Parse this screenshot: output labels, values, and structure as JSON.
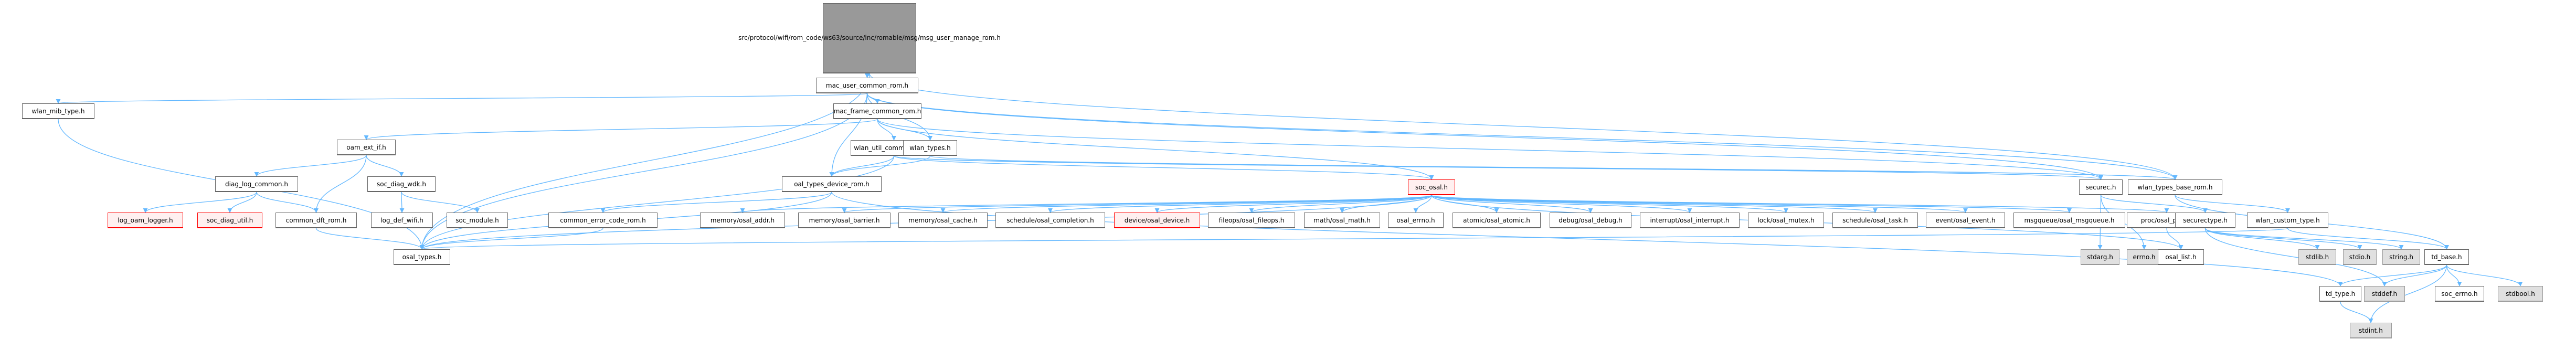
{
  "title": "Include dependency graph for msg_user_manage_rom.h",
  "colors": {
    "edge": "#63b8ff",
    "node_border": "#666666",
    "root_fill": "#999999",
    "system_fill": "#e0e0e0",
    "missing_fill": "#fff0f0",
    "missing_border": "#ff0000"
  },
  "nodes": [
    {
      "id": "root",
      "label": "src/protocol/wifi/rom_code/ws63/source/inc/romable/msg/msg_user_manage_rom.h",
      "kind": "root"
    },
    {
      "id": "mac_user_common_rom",
      "label": "mac_user_common_rom.h",
      "kind": "normal"
    },
    {
      "id": "wlan_mib_type",
      "label": "wlan_mib_type.h",
      "kind": "normal"
    },
    {
      "id": "mac_frame_common_rom",
      "label": "mac_frame_common_rom.h",
      "kind": "normal"
    },
    {
      "id": "oam_ext_if",
      "label": "oam_ext_if.h",
      "kind": "normal"
    },
    {
      "id": "wlan_util_common_rom",
      "label": "wlan_util_common_rom.h",
      "kind": "normal"
    },
    {
      "id": "wlan_types",
      "label": "wlan_types.h",
      "kind": "normal"
    },
    {
      "id": "diag_log_common",
      "label": "diag_log_common.h",
      "kind": "normal"
    },
    {
      "id": "soc_diag_wdk",
      "label": "soc_diag_wdk.h",
      "kind": "normal"
    },
    {
      "id": "oal_types_device_rom",
      "label": "oal_types_device_rom.h",
      "kind": "normal"
    },
    {
      "id": "soc_osal",
      "label": "soc_osal.h",
      "kind": "missing"
    },
    {
      "id": "securec",
      "label": "securec.h",
      "kind": "normal"
    },
    {
      "id": "wlan_types_base_rom",
      "label": "wlan_types_base_rom.h",
      "kind": "normal"
    },
    {
      "id": "log_oam_logger",
      "label": "log_oam_logger.h",
      "kind": "missing"
    },
    {
      "id": "soc_diag_util",
      "label": "soc_diag_util.h",
      "kind": "missing"
    },
    {
      "id": "common_dft_rom",
      "label": "common_dft_rom.h",
      "kind": "normal"
    },
    {
      "id": "log_def_wifi",
      "label": "log_def_wifi.h",
      "kind": "normal"
    },
    {
      "id": "soc_module",
      "label": "soc_module.h",
      "kind": "normal"
    },
    {
      "id": "common_error_code_rom",
      "label": "common_error_code_rom.h",
      "kind": "normal"
    },
    {
      "id": "osal_addr",
      "label": "memory/osal_addr.h",
      "kind": "normal"
    },
    {
      "id": "osal_barrier",
      "label": "memory/osal_barrier.h",
      "kind": "normal"
    },
    {
      "id": "osal_cache",
      "label": "memory/osal_cache.h",
      "kind": "normal"
    },
    {
      "id": "osal_completion",
      "label": "schedule/osal_completion.h",
      "kind": "normal"
    },
    {
      "id": "osal_device",
      "label": "device/osal_device.h",
      "kind": "missing"
    },
    {
      "id": "osal_fileops",
      "label": "fileops/osal_fileops.h",
      "kind": "normal"
    },
    {
      "id": "osal_math",
      "label": "math/osal_math.h",
      "kind": "normal"
    },
    {
      "id": "osal_errno",
      "label": "osal_errno.h",
      "kind": "normal"
    },
    {
      "id": "osal_atomic",
      "label": "atomic/osal_atomic.h",
      "kind": "normal"
    },
    {
      "id": "osal_debug",
      "label": "debug/osal_debug.h",
      "kind": "normal"
    },
    {
      "id": "osal_interrupt",
      "label": "interrupt/osal_interrupt.h",
      "kind": "normal"
    },
    {
      "id": "osal_mutex",
      "label": "lock/osal_mutex.h",
      "kind": "normal"
    },
    {
      "id": "osal_task",
      "label": "schedule/osal_task.h",
      "kind": "normal"
    },
    {
      "id": "osal_event",
      "label": "event/osal_event.h",
      "kind": "normal"
    },
    {
      "id": "osal_msgqueue",
      "label": "msgqueue/osal_msgqueue.h",
      "kind": "normal"
    },
    {
      "id": "osal_proc",
      "label": "proc/osal_proc.h",
      "kind": "normal"
    },
    {
      "id": "stdarg",
      "label": "stdarg.h",
      "kind": "system"
    },
    {
      "id": "errno",
      "label": "errno.h",
      "kind": "system"
    },
    {
      "id": "securectype",
      "label": "securectype.h",
      "kind": "normal"
    },
    {
      "id": "wlan_custom_type",
      "label": "wlan_custom_type.h",
      "kind": "normal"
    },
    {
      "id": "osal_types",
      "label": "osal_types.h",
      "kind": "normal"
    },
    {
      "id": "osal_list",
      "label": "osal_list.h",
      "kind": "normal"
    },
    {
      "id": "stdlib",
      "label": "stdlib.h",
      "kind": "system"
    },
    {
      "id": "stdio",
      "label": "stdio.h",
      "kind": "system"
    },
    {
      "id": "string",
      "label": "string.h",
      "kind": "system"
    },
    {
      "id": "td_base",
      "label": "td_base.h",
      "kind": "normal"
    },
    {
      "id": "td_type",
      "label": "td_type.h",
      "kind": "normal"
    },
    {
      "id": "stddef",
      "label": "stddef.h",
      "kind": "system"
    },
    {
      "id": "soc_errno",
      "label": "soc_errno.h",
      "kind": "normal"
    },
    {
      "id": "stdbool",
      "label": "stdbool.h",
      "kind": "system"
    },
    {
      "id": "stdint",
      "label": "stdint.h",
      "kind": "system"
    }
  ],
  "edges": [
    [
      "root",
      "mac_user_common_rom"
    ],
    [
      "root",
      "osal_types"
    ],
    [
      "root",
      "wlan_types_base_rom"
    ],
    [
      "mac_user_common_rom",
      "wlan_mib_type"
    ],
    [
      "mac_user_common_rom",
      "mac_frame_common_rom"
    ],
    [
      "mac_user_common_rom",
      "wlan_types"
    ],
    [
      "mac_user_common_rom",
      "oal_types_device_rom"
    ],
    [
      "mac_user_common_rom",
      "osal_types"
    ],
    [
      "mac_user_common_rom",
      "securec"
    ],
    [
      "mac_user_common_rom",
      "wlan_types_base_rom"
    ],
    [
      "wlan_mib_type",
      "osal_types"
    ],
    [
      "mac_frame_common_rom",
      "oam_ext_if"
    ],
    [
      "mac_frame_common_rom",
      "wlan_util_common_rom"
    ],
    [
      "mac_frame_common_rom",
      "wlan_types"
    ],
    [
      "mac_frame_common_rom",
      "soc_osal"
    ],
    [
      "mac_frame_common_rom",
      "securec"
    ],
    [
      "oam_ext_if",
      "diag_log_common"
    ],
    [
      "oam_ext_if",
      "common_dft_rom"
    ],
    [
      "oam_ext_if",
      "soc_diag_wdk"
    ],
    [
      "diag_log_common",
      "log_oam_logger"
    ],
    [
      "diag_log_common",
      "soc_diag_util"
    ],
    [
      "diag_log_common",
      "common_dft_rom"
    ],
    [
      "soc_diag_wdk",
      "log_def_wifi"
    ],
    [
      "soc_diag_wdk",
      "soc_module"
    ],
    [
      "common_dft_rom",
      "osal_types"
    ],
    [
      "wlan_util_common_rom",
      "oal_types_device_rom"
    ],
    [
      "wlan_util_common_rom",
      "osal_types"
    ],
    [
      "wlan_util_common_rom",
      "soc_osal"
    ],
    [
      "wlan_util_common_rom",
      "securec"
    ],
    [
      "wlan_util_common_rom",
      "wlan_types_base_rom"
    ],
    [
      "wlan_types",
      "oal_types_device_rom"
    ],
    [
      "wlan_types",
      "wlan_types_base_rom"
    ],
    [
      "oal_types_device_rom",
      "common_error_code_rom"
    ],
    [
      "oal_types_device_rom",
      "osal_types"
    ],
    [
      "common_error_code_rom",
      "osal_types"
    ],
    [
      "soc_osal",
      "osal_addr"
    ],
    [
      "soc_osal",
      "osal_barrier"
    ],
    [
      "soc_osal",
      "osal_cache"
    ],
    [
      "soc_osal",
      "osal_completion"
    ],
    [
      "soc_osal",
      "osal_device"
    ],
    [
      "soc_osal",
      "osal_fileops"
    ],
    [
      "soc_osal",
      "osal_math"
    ],
    [
      "soc_osal",
      "osal_errno"
    ],
    [
      "soc_osal",
      "osal_atomic"
    ],
    [
      "soc_osal",
      "osal_debug"
    ],
    [
      "soc_osal",
      "osal_interrupt"
    ],
    [
      "soc_osal",
      "osal_mutex"
    ],
    [
      "soc_osal",
      "osal_task"
    ],
    [
      "soc_osal",
      "osal_event"
    ],
    [
      "soc_osal",
      "osal_msgqueue"
    ],
    [
      "soc_osal",
      "osal_proc"
    ],
    [
      "soc_osal",
      "osal_list"
    ],
    [
      "soc_osal",
      "osal_types"
    ],
    [
      "osal_proc",
      "osal_list"
    ],
    [
      "securec",
      "stdarg"
    ],
    [
      "securec",
      "errno"
    ],
    [
      "securec",
      "securectype"
    ],
    [
      "securectype",
      "stdlib"
    ],
    [
      "securectype",
      "stdio"
    ],
    [
      "securectype",
      "string"
    ],
    [
      "securectype",
      "stddef"
    ],
    [
      "wlan_types_base_rom",
      "wlan_custom_type"
    ],
    [
      "wlan_types_base_rom",
      "td_base"
    ],
    [
      "wlan_custom_type",
      "td_base"
    ],
    [
      "wlan_custom_type",
      "osal_types"
    ],
    [
      "td_base",
      "td_type"
    ],
    [
      "td_base",
      "stddef"
    ],
    [
      "td_base",
      "stdint"
    ],
    [
      "td_base",
      "soc_errno"
    ],
    [
      "td_base",
      "stdbool"
    ],
    [
      "td_type",
      "stdint"
    ],
    [
      "oal_types_device_rom",
      "td_type"
    ]
  ]
}
